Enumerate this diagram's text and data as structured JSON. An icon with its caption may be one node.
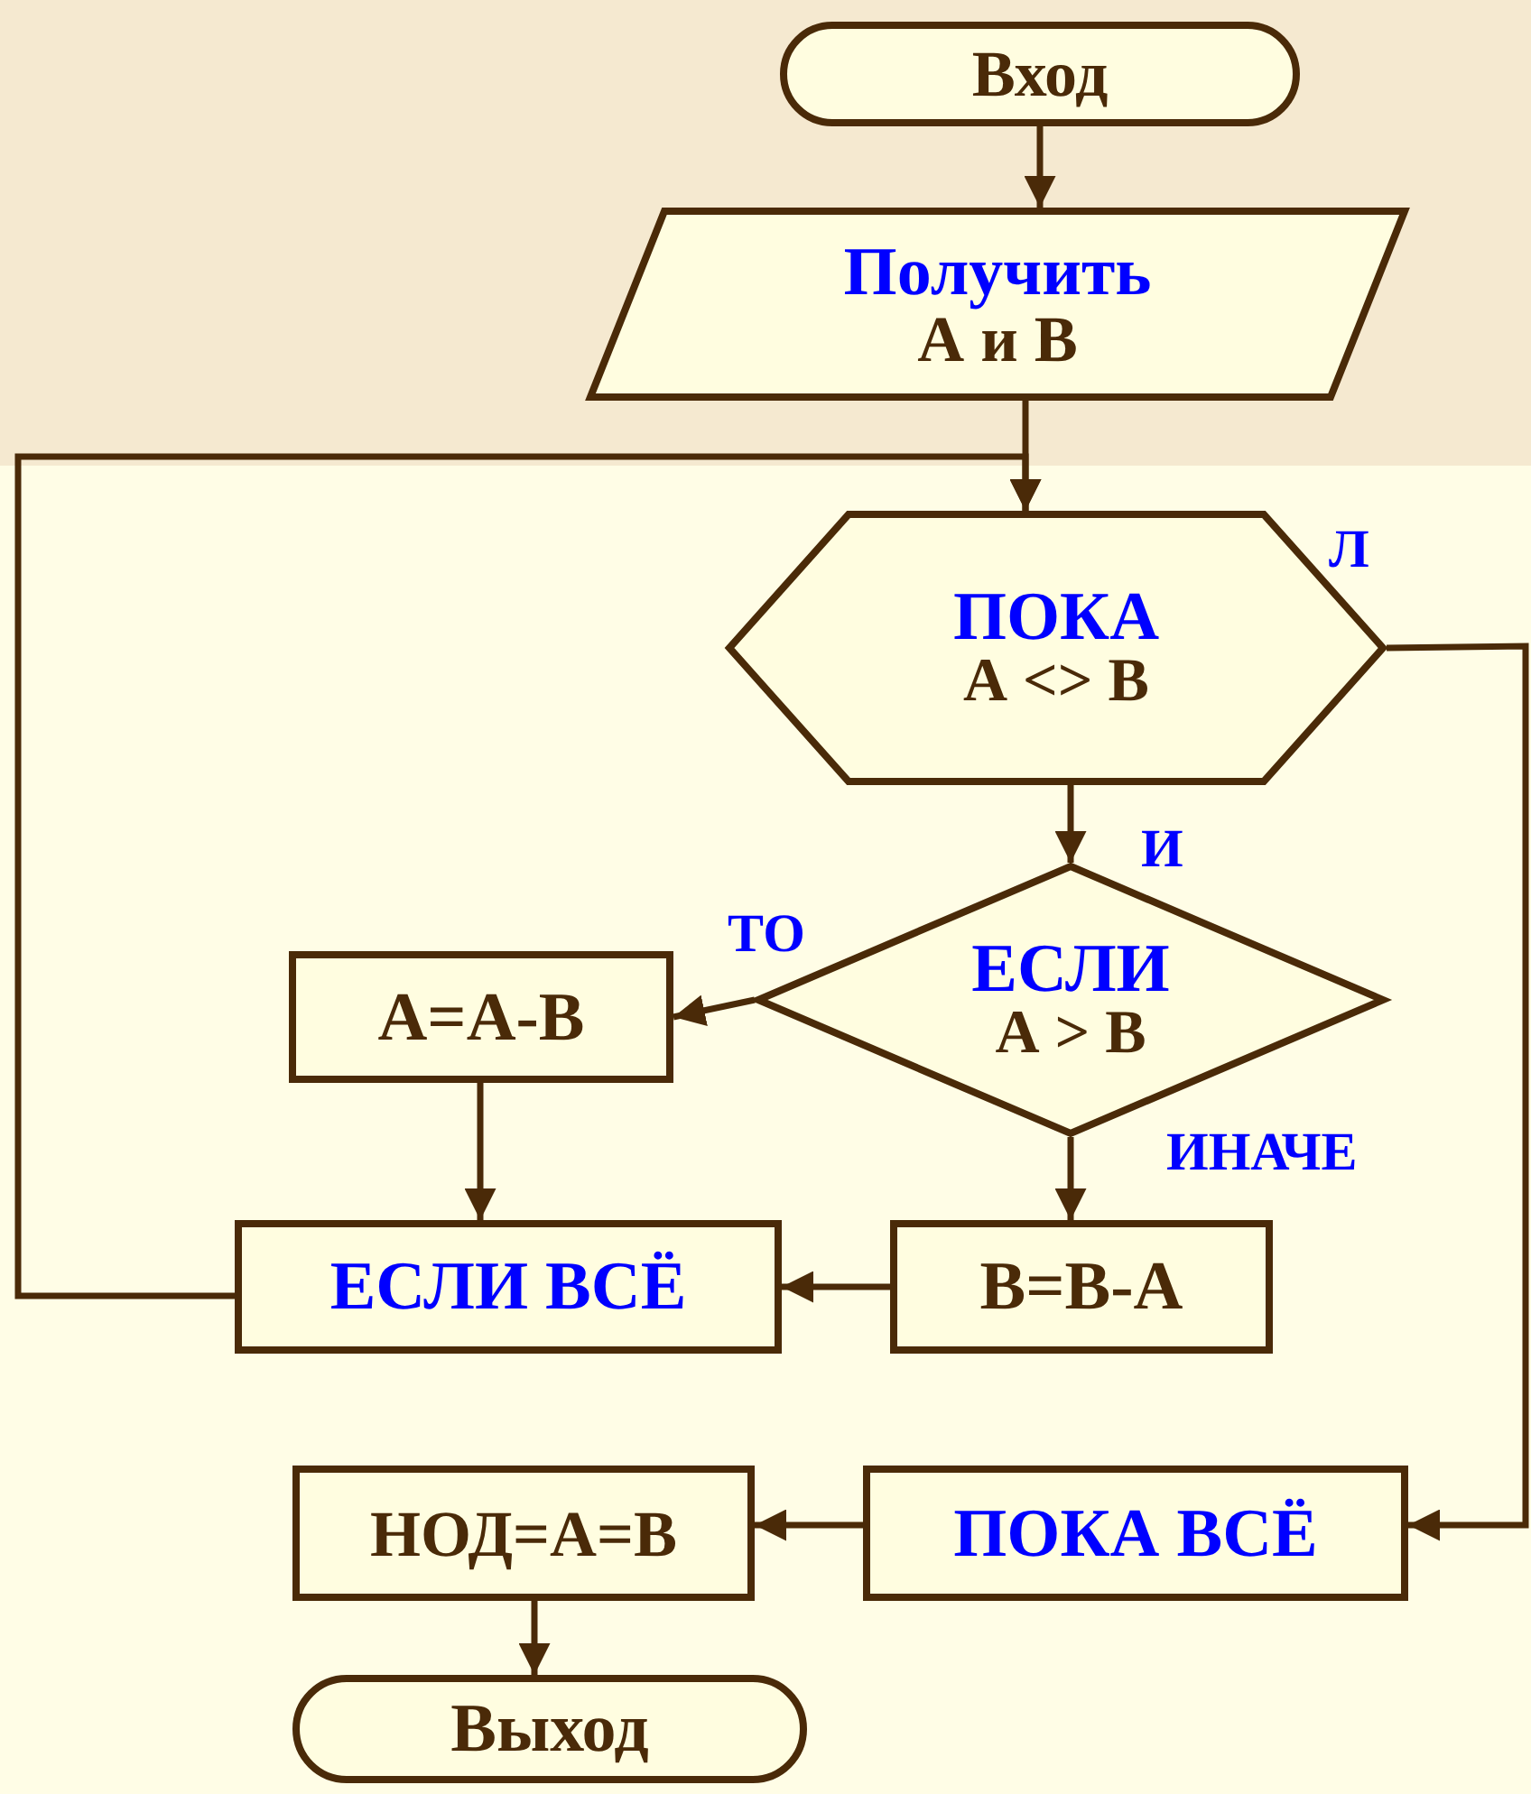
{
  "diagram": {
    "nodes": [
      {
        "text": [
          "Вход"
        ]
      },
      {
        "text": [
          "Получить",
          "А и В"
        ]
      },
      {
        "text": [
          "ПОКА",
          "А <> В"
        ]
      },
      {
        "text": [
          "ЕСЛИ",
          "А > В"
        ]
      },
      {
        "text": [
          "А=А-В"
        ]
      },
      {
        "text": [
          "ЕСЛИ ВСЁ"
        ]
      },
      {
        "text": [
          "В=В-А"
        ]
      },
      {
        "text": [
          "ПОКА ВСЁ"
        ]
      },
      {
        "text": [
          "НОД=А=В"
        ]
      },
      {
        "text": [
          "Выход"
        ]
      }
    ],
    "edges": [
      {
        "from": 0,
        "to": 1,
        "arrow": "to"
      },
      {
        "from": 1,
        "to": 2,
        "arrow": "to"
      },
      {
        "from": 2,
        "to": 3,
        "arrow": "to",
        "label": "И"
      },
      {
        "from": 2,
        "to": 7,
        "arrow": "to",
        "label": "Л"
      },
      {
        "from": 3,
        "to": 4,
        "arrow": "to",
        "label": "ТО"
      },
      {
        "from": 3,
        "to": 6,
        "arrow": "to",
        "label": "ИНАЧЕ"
      },
      {
        "from": 4,
        "to": 5,
        "arrow": "to"
      },
      {
        "from": 6,
        "to": 5,
        "arrow": "to"
      },
      {
        "from": 5,
        "to": 2,
        "arrow": "to"
      },
      {
        "from": 7,
        "to": 8,
        "arrow": "to"
      },
      {
        "from": 8,
        "to": 9,
        "arrow": "to"
      }
    ]
  }
}
